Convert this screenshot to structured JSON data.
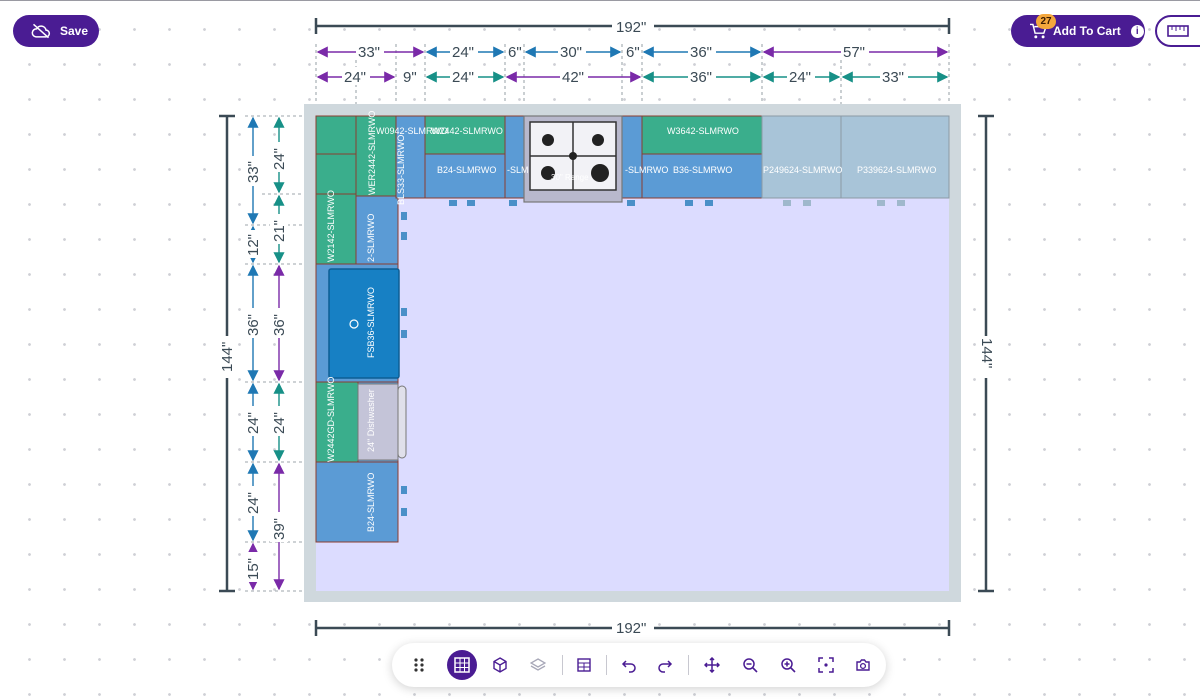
{
  "header": {
    "save_label": "Save",
    "cart_label": "Add To Cart",
    "cart_count": "27",
    "info_glyph": "i"
  },
  "colors": {
    "brand": "#4a1c93",
    "wall_cabinet": "#3aae8c",
    "base_cabinet": "#5b9bd5",
    "pantry": "#a8c4d8",
    "floor": "#dcdcff",
    "arrow_purple": "#7a2aa8",
    "arrow_teal": "#179087",
    "arrow_blue": "#1f78b4"
  },
  "dimensions": {
    "top_total": "192\"",
    "bottom_total": "192\"",
    "left_total": "144\"",
    "right_total": "144\"",
    "top_row1": [
      "33\"",
      "24\"",
      "6\"",
      "30\"",
      "6\"",
      "36\"",
      "57\""
    ],
    "top_row2": [
      "24\"",
      "9\"",
      "24\"",
      "42\"",
      "36\"",
      "24\"",
      "33\""
    ],
    "left_col1": [
      "33\"",
      "12\"",
      "36\"",
      "24\"",
      "24\"",
      "15\""
    ],
    "left_col2": [
      "24\"",
      "21\"",
      "36\"",
      "24\"",
      "39\""
    ]
  },
  "cabinets": {
    "w0942": "W0942-SLMRWO",
    "w2442": "W2442-SLMRWO",
    "b24_top": "B24-SLMRWO",
    "slm_small": "-SLM",
    "range": "30\" Range",
    "slmrwo_partial": "-SLMRWO",
    "b36": "B36-SLMRWO",
    "w3642": "W3642-SLMRWO",
    "p249624": "P249624-SLMRWO",
    "p339624": "P339624-SLMRWO",
    "wer2442": "WER2442-SLMRWO",
    "bls33": "BLS33-SLMRWO",
    "w2142": "W2142-SLMRWO",
    "slmrwo_2": "2-SLMRWO",
    "fsb36": "FSB36-SLMRWO",
    "w2442gd": "W2442GD-SLMRWO",
    "dishwasher": "24\" Dishwasher",
    "b24_left": "B24-SLMRWO"
  },
  "toolbar": {
    "items": [
      {
        "name": "drag-handle-icon",
        "state": "normal"
      },
      {
        "name": "grid-view-icon",
        "state": "active"
      },
      {
        "name": "3d-cube-icon",
        "state": "normal"
      },
      {
        "name": "layers-icon",
        "state": "disabled"
      },
      {
        "name": "cabinet-list-icon",
        "state": "normal"
      },
      {
        "name": "undo-icon",
        "state": "normal"
      },
      {
        "name": "redo-icon",
        "state": "normal"
      },
      {
        "name": "pan-icon",
        "state": "normal"
      },
      {
        "name": "zoom-out-icon",
        "state": "normal"
      },
      {
        "name": "zoom-in-icon",
        "state": "normal"
      },
      {
        "name": "fit-screen-icon",
        "state": "normal"
      },
      {
        "name": "screenshot-icon",
        "state": "normal"
      }
    ]
  }
}
